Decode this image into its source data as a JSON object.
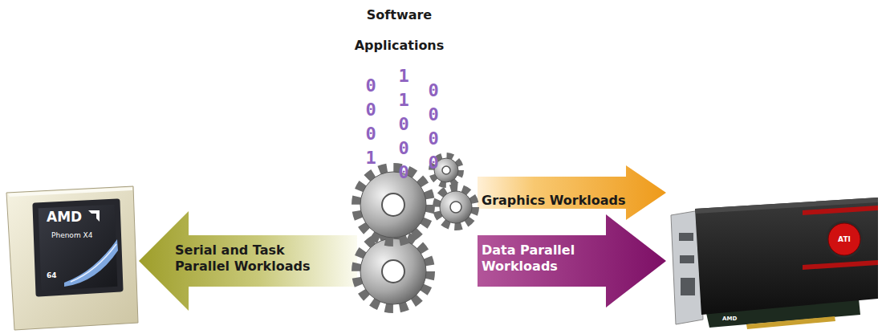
{
  "diagram": {
    "nodes": [
      {
        "text": [
          "Software Applications"
        ]
      },
      {
        "text": [
          "AMD",
          "Phenom X4",
          "64"
        ]
      },
      {
        "text": [
          "ATI",
          "AMD"
        ]
      }
    ],
    "edges": [
      {
        "from": 0,
        "to": 1,
        "label": "Serial and Task Parallel Workloads",
        "arrow": "to"
      },
      {
        "from": 0,
        "to": 2,
        "label": "Graphics Workloads",
        "arrow": "to"
      },
      {
        "from": 0,
        "to": 2,
        "label": "Data Parallel Workloads",
        "arrow": "to"
      }
    ],
    "labels": [
      "0 0 0 1",
      "1 1 0 0 0",
      "0 0 0 0"
    ]
  }
}
